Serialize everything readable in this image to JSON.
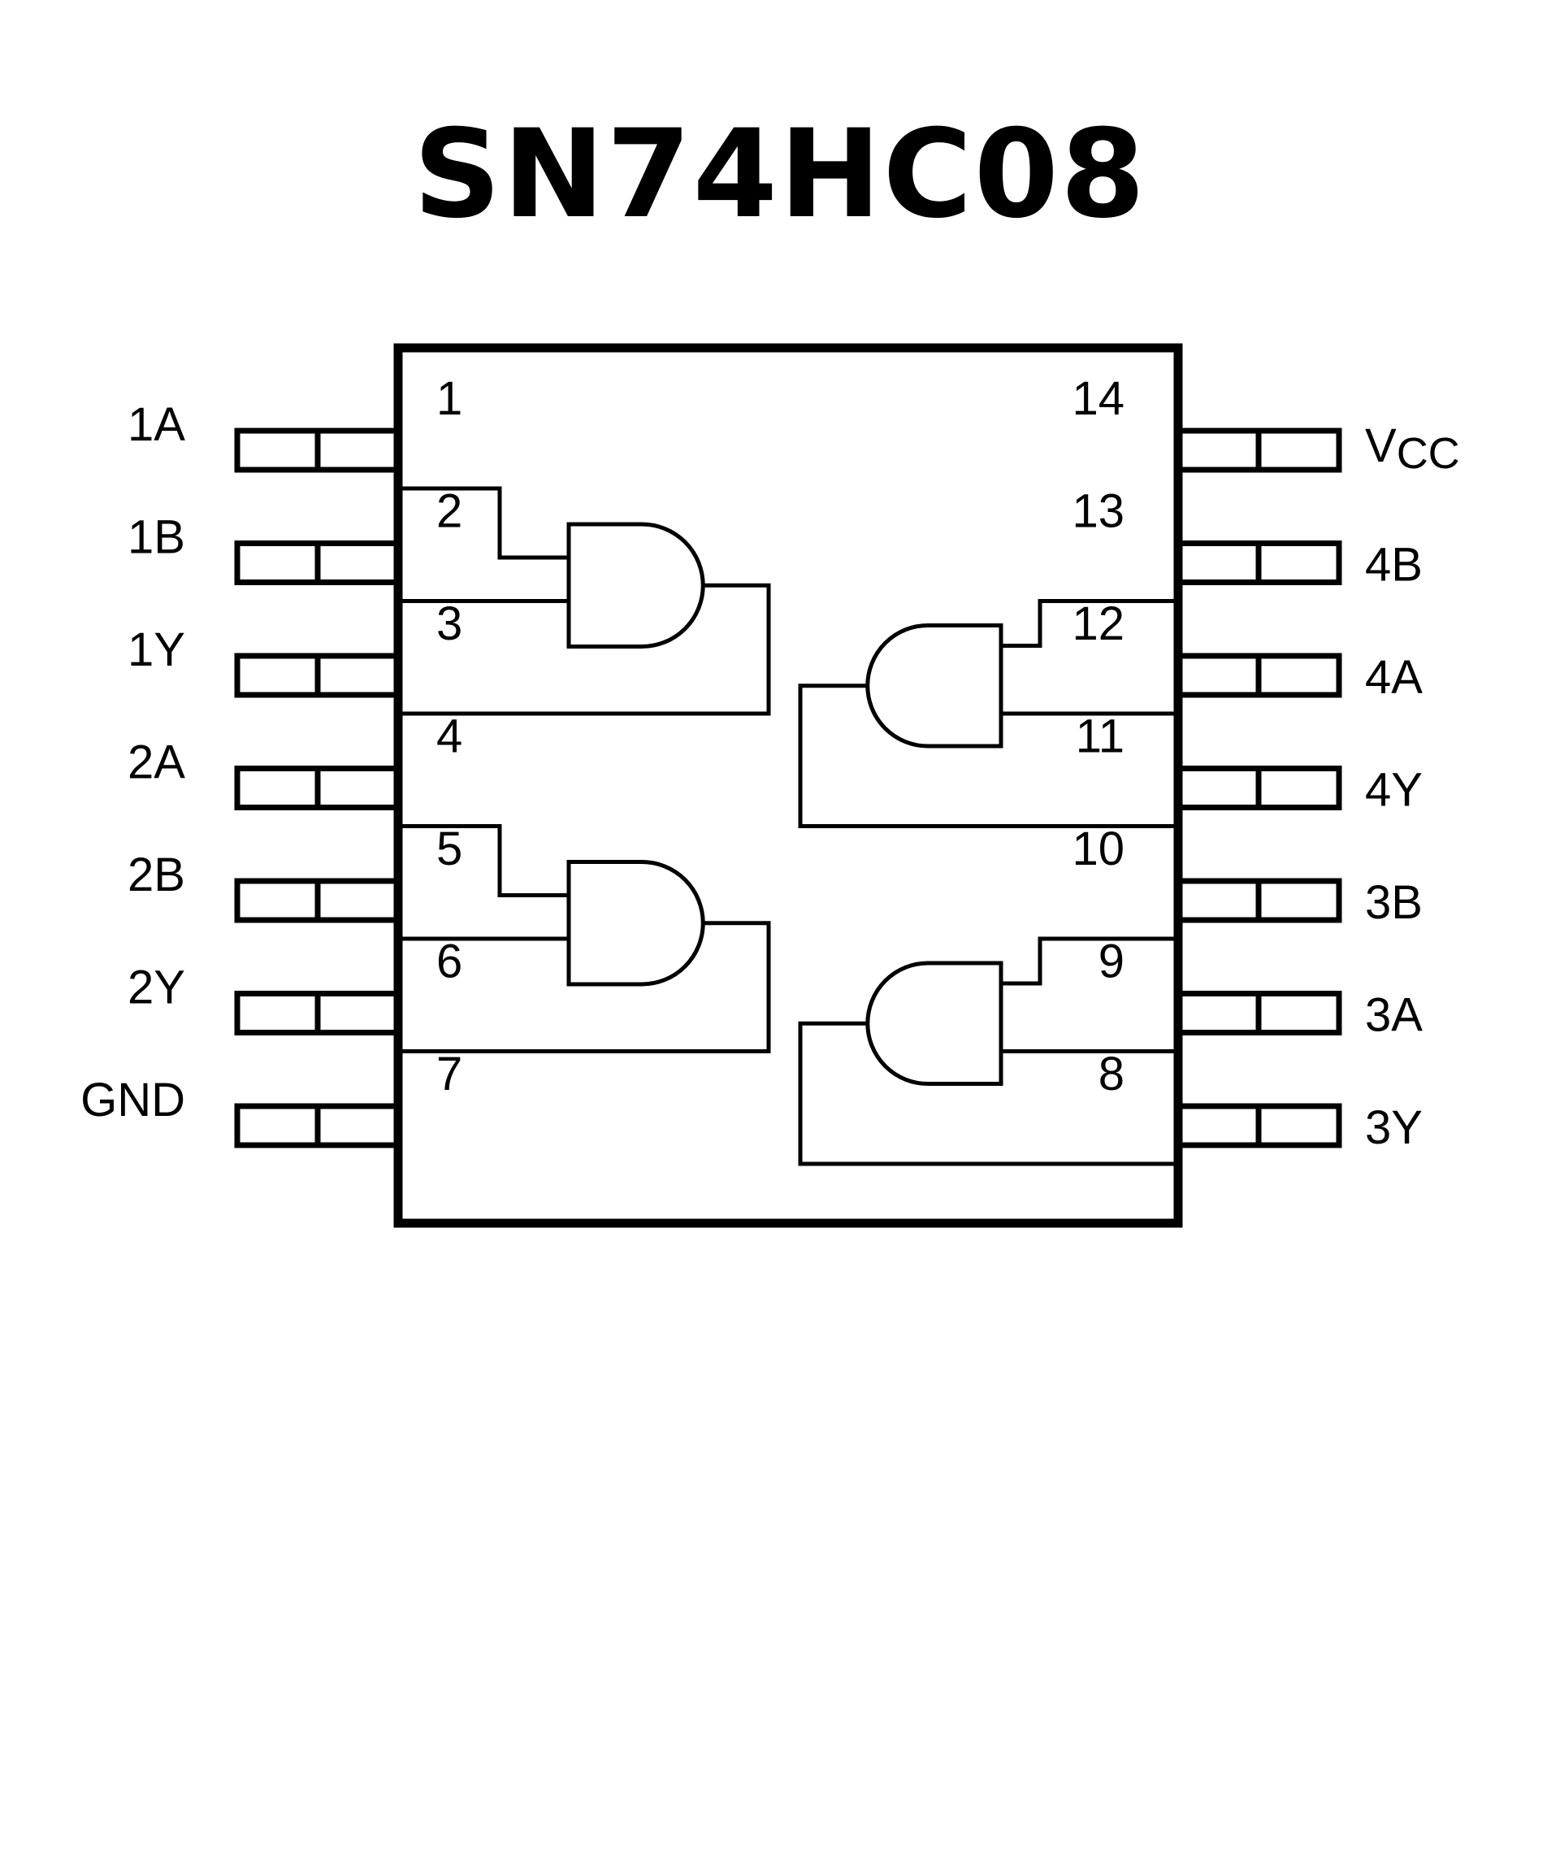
{
  "title": "SN74HC08",
  "colors": {
    "ink": "#000000",
    "background": "#ffffff"
  },
  "package": {
    "pin_count": 14,
    "left_pins": [
      {
        "number": "1",
        "name": "1A"
      },
      {
        "number": "2",
        "name": "1B"
      },
      {
        "number": "3",
        "name": "1Y"
      },
      {
        "number": "4",
        "name": "2A"
      },
      {
        "number": "5",
        "name": "2B"
      },
      {
        "number": "6",
        "name": "2Y"
      },
      {
        "number": "7",
        "name": "GND"
      }
    ],
    "right_pins": [
      {
        "number": "14",
        "name": "VCC"
      },
      {
        "number": "13",
        "name": "4B"
      },
      {
        "number": "12",
        "name": "4A"
      },
      {
        "number": "11",
        "name": "4Y"
      },
      {
        "number": "10",
        "name": "3B"
      },
      {
        "number": "9",
        "name": "3A"
      },
      {
        "number": "8",
        "name": "3Y"
      }
    ]
  },
  "gates": [
    {
      "name": "gate-1",
      "type": "AND",
      "inputs": [
        "1A",
        "1B"
      ],
      "output": "1Y"
    },
    {
      "name": "gate-2",
      "type": "AND",
      "inputs": [
        "2A",
        "2B"
      ],
      "output": "2Y"
    },
    {
      "name": "gate-4",
      "type": "AND",
      "inputs": [
        "4B",
        "4A"
      ],
      "output": "4Y"
    },
    {
      "name": "gate-3",
      "type": "AND",
      "inputs": [
        "3B",
        "3A"
      ],
      "output": "3Y"
    }
  ]
}
